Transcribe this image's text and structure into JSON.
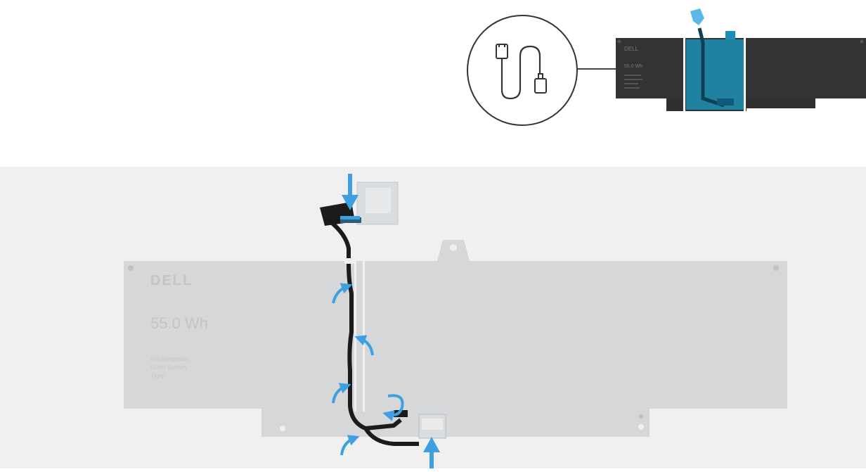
{
  "overview": {
    "brand": "DELL",
    "capacity": "55.0 Wh",
    "icon": "cable-routing-icon"
  },
  "detail": {
    "brand": "DELL",
    "capacity": "55.0 Wh",
    "fine_print": [
      "Rechargeable",
      "Li-ion Battery",
      "Type: ...",
      "..."
    ]
  },
  "colors": {
    "cable": "#1b1b1b",
    "highlight": "#1e8fb4",
    "arrow": "#3ea0e0",
    "battery_ghost": "#d6d7d8",
    "battery_dark": "#2f2f2f"
  }
}
